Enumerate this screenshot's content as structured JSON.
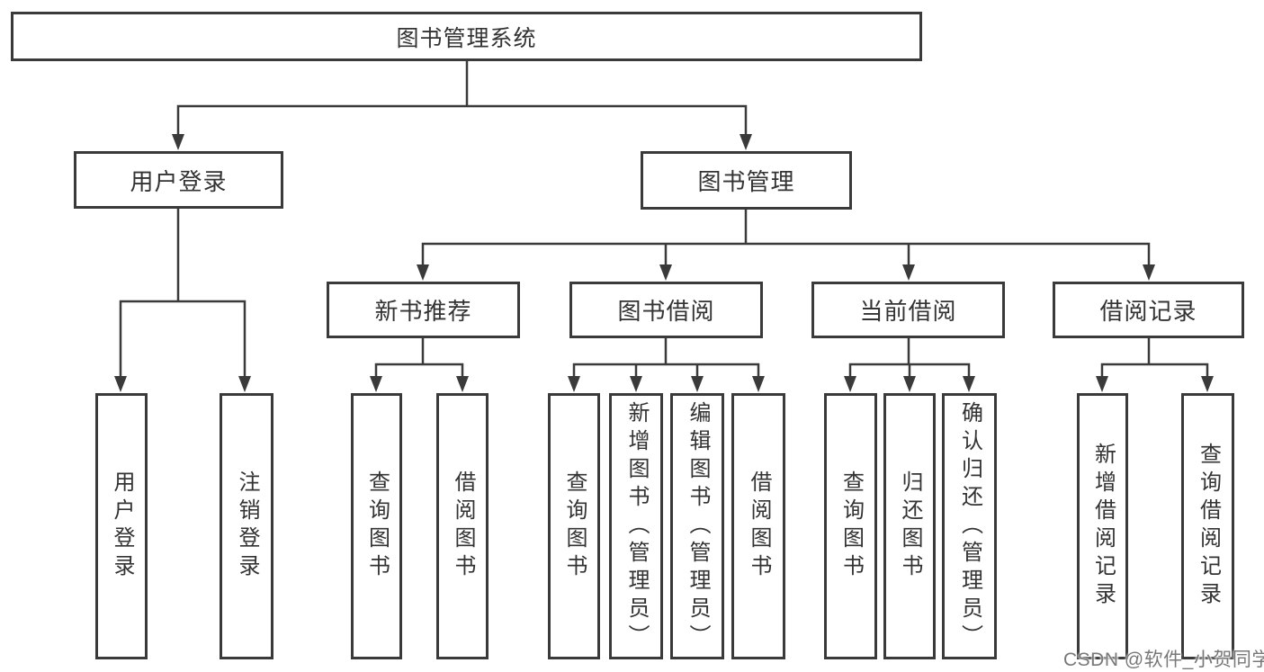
{
  "colors": {
    "line": "#3a3a3a",
    "text": "#333333",
    "bg": "#ffffff",
    "watermark-color": "#787878"
  },
  "watermark": {
    "text": "CSDN @软件_小贺同学"
  },
  "tree": {
    "root": {
      "label": "图书管理系统"
    },
    "branches": [
      {
        "label": "用户登录",
        "children": [
          "用户登录",
          "注销登录"
        ]
      },
      {
        "label": "图书管理",
        "groups": [
          {
            "label": "新书推荐",
            "children": [
              "查询图书",
              "借阅图书"
            ]
          },
          {
            "label": "图书借阅",
            "children": [
              "查询图书",
              "新增图书（管理员）",
              "编辑图书（管理员）",
              "借阅图书"
            ]
          },
          {
            "label": "当前借阅",
            "children": [
              "查询图书",
              "归还图书",
              "确认归还（管理员）"
            ]
          },
          {
            "label": "借阅记录",
            "children": [
              "新增借阅记录",
              "查询借阅记录"
            ]
          }
        ]
      }
    ]
  }
}
